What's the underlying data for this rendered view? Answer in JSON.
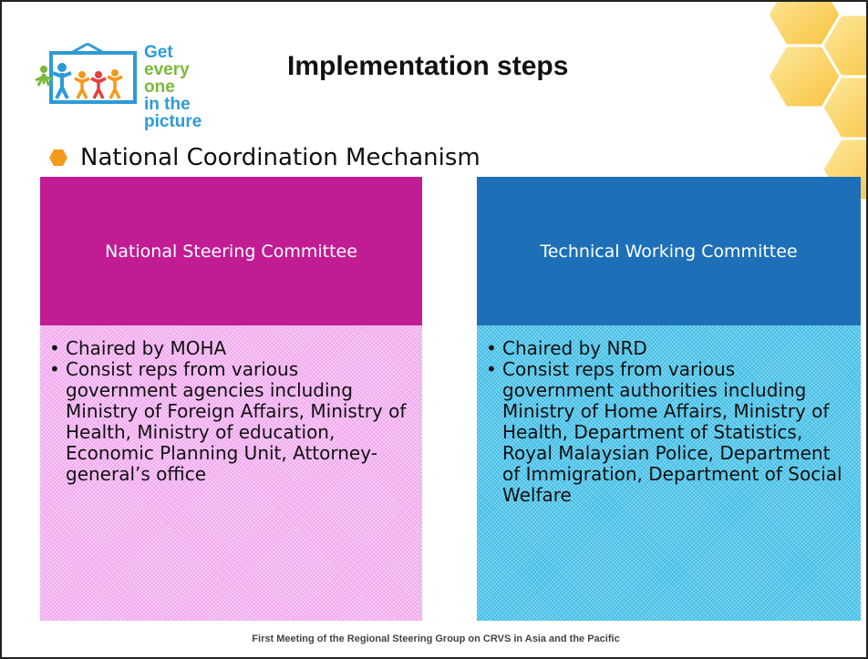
{
  "logo": {
    "lines": [
      "Get",
      "every one",
      "in the picture"
    ],
    "icon": "family-picture-frame-icon"
  },
  "title": "Implementation steps",
  "bullet": {
    "text": "National Coordination Mechanism",
    "icon": "hexagon-bullet-icon",
    "color": "#f29a1c"
  },
  "committees": [
    {
      "heading": "National Steering Committee",
      "header_color": "#c21c95",
      "body_color": "#f0a6ee",
      "items": [
        "Chaired by MOHA",
        "Consist reps from various government agencies including Ministry of Foreign Affairs, Ministry of Health, Ministry of education, Economic Planning Unit, Attorney-general’s office"
      ]
    },
    {
      "heading": "Technical Working Committee",
      "header_color": "#1d70b7",
      "body_color": "#3dbde6",
      "items": [
        "Chaired by NRD",
        "Consist reps from various government authorities including Ministry of Home Affairs, Ministry of Health, Department of Statistics, Royal Malaysian Police, Department of Immigration, Department of Social Welfare"
      ]
    }
  ],
  "decoration": {
    "icon": "honeycomb-decoration-icon",
    "color": "#fbd24a"
  },
  "footer": "First Meeting of the Regional Steering Group on CRVS in Asia and the Pacific"
}
